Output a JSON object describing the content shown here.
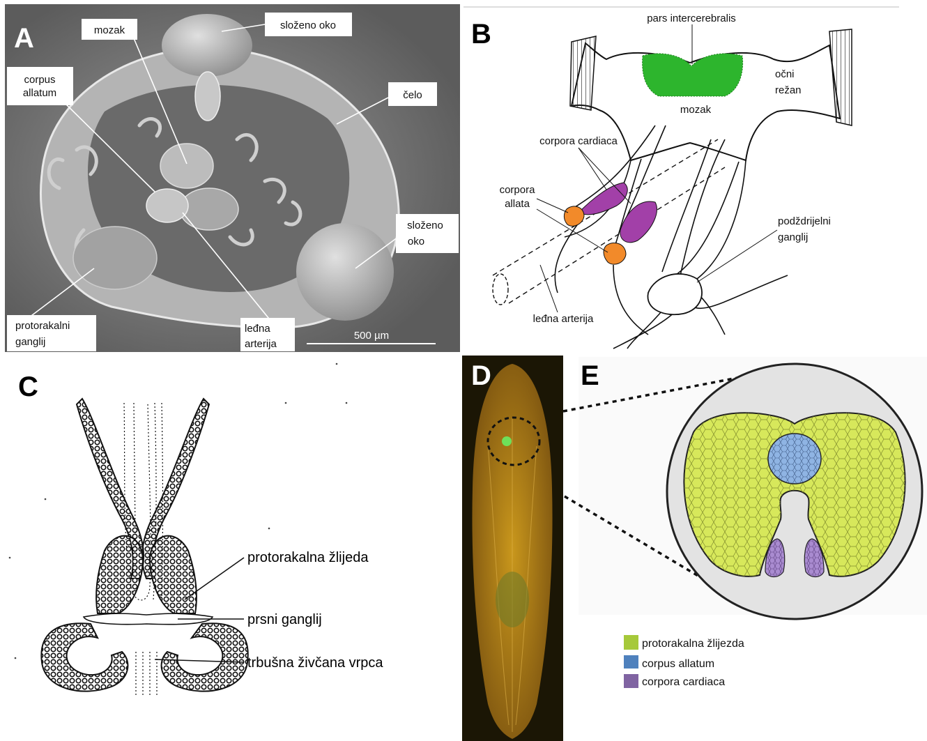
{
  "panels": {
    "A": {
      "letter": "A",
      "labels": {
        "slozeno_oko_top": "složeno oko",
        "mozak": "mozak",
        "corpus_line1": "corpus",
        "corpus_line2": "allatum",
        "celo": "čelo",
        "slozeno_oko_right_1": "složeno",
        "slozeno_oko_right_2": "oko",
        "protorakalni_1": "protorakalni",
        "protorakalni_2": "ganglij",
        "ledna_1": "leđna",
        "ledna_2": "arterija",
        "scale": "500 µm"
      }
    },
    "B": {
      "letter": "B",
      "labels": {
        "pars": "pars intercerebralis",
        "ocni_1": "očni",
        "ocni_2": "režan",
        "mozak": "mozak",
        "corpora_cardiaca": "corpora cardiaca",
        "corpora_allata_1": "corpora",
        "corpora_allata_2": "allata",
        "podzdrijelni_1": "podždrijelni",
        "podzdrijelni_2": "ganglij",
        "ledna": "leđna arterija"
      }
    },
    "C": {
      "letter": "C",
      "labels": {
        "protorakalna": "protorakalna žlijeda",
        "prsni": "prsni ganglij",
        "trbusna": "trbušna živčana vrpca"
      }
    },
    "D": {
      "letter": "D"
    },
    "E": {
      "letter": "E",
      "legend": [
        {
          "label": "protorakalna žlijezda",
          "color": "#a6c93a"
        },
        {
          "label": "corpus allatum",
          "color": "#4f81bd"
        },
        {
          "label": "corpora cardiaca",
          "color": "#8064a2"
        }
      ]
    }
  },
  "colors": {
    "pars": "#2db52d",
    "cardiaca": "#a240a8",
    "allata": "#f28a2a",
    "gland": "#d7e85b",
    "allatum": "#8fb4e3",
    "cardiaca_e": "#a98bd0",
    "circle_bg": "#e3e3e3"
  }
}
